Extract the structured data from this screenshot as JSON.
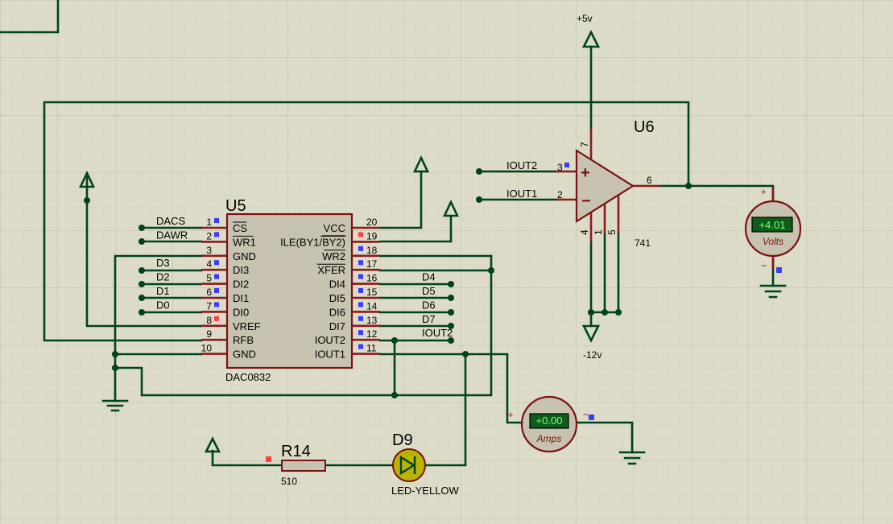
{
  "colors": {
    "background": "#dcdcc8",
    "grid_minor": "#cfcfba",
    "grid_major": "#c2c2ac",
    "wire": "#00421c",
    "component_outline": "#7a1212",
    "component_fill": "#c7c3b0",
    "meter_display": "#0d5c1a",
    "meter_text": "#7fff7f",
    "pin_marker_blue": "#3b3bff",
    "pin_marker_red": "#ff4040"
  },
  "u5": {
    "ref": "U5",
    "part": "DAC0832",
    "left_pins": [
      {
        "num": "1",
        "name": "CS",
        "overbar": true,
        "net": "DACS"
      },
      {
        "num": "2",
        "name": "WR1",
        "overbar": true,
        "net": "DAWR"
      },
      {
        "num": "3",
        "name": "GND",
        "overbar": false,
        "net": ""
      },
      {
        "num": "4",
        "name": "DI3",
        "overbar": false,
        "net": "D3"
      },
      {
        "num": "5",
        "name": "DI2",
        "overbar": false,
        "net": "D2"
      },
      {
        "num": "6",
        "name": "DI1",
        "overbar": false,
        "net": "D1"
      },
      {
        "num": "7",
        "name": "DI0",
        "overbar": false,
        "net": "D0"
      },
      {
        "num": "8",
        "name": "VREF",
        "overbar": false,
        "net": ""
      },
      {
        "num": "9",
        "name": "RFB",
        "overbar": false,
        "net": ""
      },
      {
        "num": "10",
        "name": "GND",
        "overbar": false,
        "net": ""
      }
    ],
    "right_pins": [
      {
        "num": "20",
        "name": "VCC",
        "net": ""
      },
      {
        "num": "19",
        "name": "ILE(BY1/",
        "name_tail": "BY2)",
        "net": ""
      },
      {
        "num": "18",
        "name": "WR2",
        "overbar": true,
        "net": ""
      },
      {
        "num": "17",
        "name": "XFER",
        "overbar": true,
        "net": ""
      },
      {
        "num": "16",
        "name": "DI4",
        "net": "D4"
      },
      {
        "num": "15",
        "name": "DI5",
        "net": "D5"
      },
      {
        "num": "14",
        "name": "DI6",
        "net": "D6"
      },
      {
        "num": "13",
        "name": "DI7",
        "net": "D7"
      },
      {
        "num": "12",
        "name": "IOUT2",
        "net": "IOUT2"
      },
      {
        "num": "11",
        "name": "IOUT1",
        "net": ""
      }
    ]
  },
  "u6": {
    "ref": "U6",
    "part": "741",
    "pin_plus": "3",
    "pin_minus": "2",
    "pin_out": "6",
    "pin_vplus": "7",
    "pin_vminus": "4",
    "pin_offset1": "1",
    "pin_offset2": "5",
    "plus_sign": "+",
    "minus_sign": "−",
    "net_plus": "IOUT2",
    "net_minus": "IOUT1"
  },
  "supplies": {
    "positive": "+5v",
    "negative": "-12v"
  },
  "voltmeter": {
    "reading": "+4.01",
    "unit": "Volts",
    "plus": "+",
    "minus": "−"
  },
  "ammeter": {
    "reading": "+0.00",
    "unit": "Amps",
    "plus": "+",
    "minus": "−"
  },
  "r14": {
    "ref": "R14",
    "value": "510"
  },
  "d9": {
    "ref": "D9",
    "part": "LED-YELLOW"
  }
}
